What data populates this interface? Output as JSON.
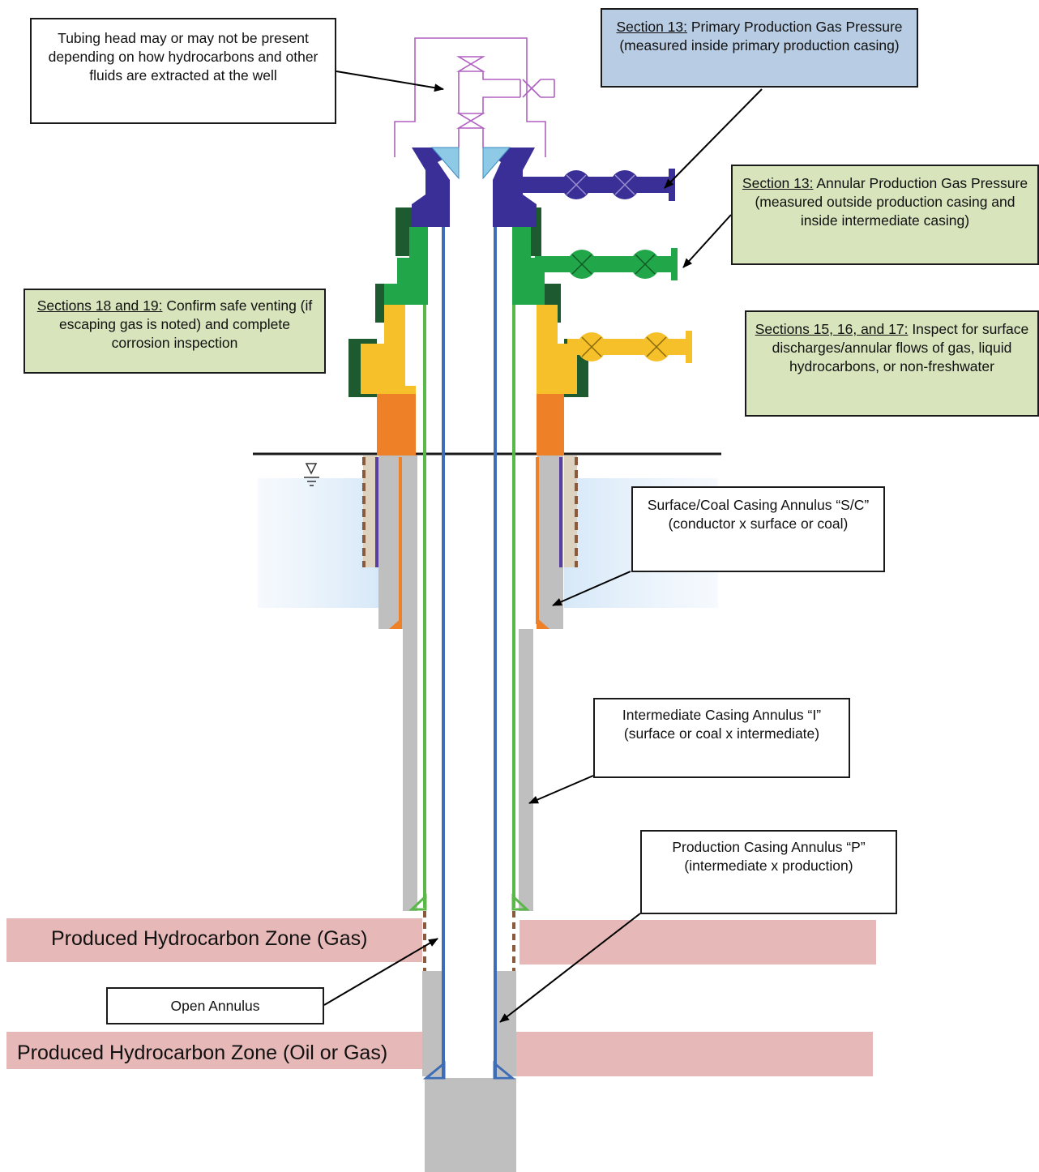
{
  "callouts": {
    "tubing_head": "Tubing head may or may not be present depending on how hydrocarbons and other fluids are extracted at the well",
    "primary_pressure": {
      "section": "Section 13:",
      "text": " Primary Production Gas Pressure (measured inside primary production casing)"
    },
    "annular_pressure": {
      "section": "Section 13:",
      "text": " Annular Production Gas Pressure (measured outside production casing and inside intermediate casing)"
    },
    "safe_venting": {
      "section": "Sections 18 and 19:",
      "text": " Confirm safe venting (if escaping gas is noted) and complete corrosion inspection"
    },
    "surface_discharges": {
      "section": "Sections 15, 16, and 17:",
      "text": "  Inspect for surface discharges/annular flows of gas, liquid hydrocarbons, or non-freshwater"
    },
    "sc_annulus": "Surface/Coal Casing Annulus “S/C” (conductor x surface or coal)",
    "i_annulus": "Intermediate Casing Annulus “I” (surface or coal x intermediate)",
    "p_annulus": "Production Casing Annulus “P” (intermediate x production)",
    "open_annulus": "Open Annulus"
  },
  "zones": {
    "gas": "Produced Hydrocarbon Zone (Gas)",
    "oil_or_gas": "Produced Hydrocarbon Zone (Oil or Gas)"
  },
  "colors": {
    "callout_blue": "#b8cce4",
    "callout_green": "#d7e4bc",
    "zone_pink": "#e6b8b7",
    "cement_gray": "#c0bfc0",
    "water_blue": "#dbeaf8",
    "production_blue": "#3e6db5",
    "intermediate_green": "#58b848",
    "surface_orange": "#ee8028",
    "head_purple": "#3a2f96",
    "head_lightblue": "#8ecae6",
    "valve_yellow": "#f6c02b",
    "dark_green": "#1d5a2f",
    "tubing_magenta": "#b060c0"
  }
}
